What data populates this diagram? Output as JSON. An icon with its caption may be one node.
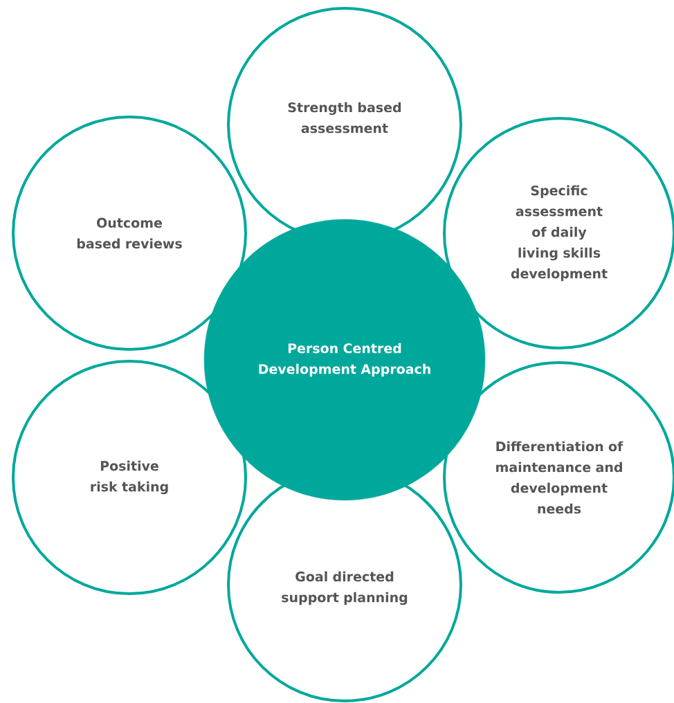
{
  "diagram": {
    "nodes": [
      {
        "text": [
          "Person Centred Development Approach"
        ]
      },
      {
        "text": [
          "Strength based assessment"
        ]
      },
      {
        "text": [
          "Specific assessment of daily living skills development"
        ]
      },
      {
        "text": [
          "Differentiation of maintenance and development needs"
        ]
      },
      {
        "text": [
          "Goal directed support planning"
        ]
      },
      {
        "text": [
          "Positive risk taking"
        ]
      },
      {
        "text": [
          "Outcome based reviews"
        ]
      }
    ]
  }
}
